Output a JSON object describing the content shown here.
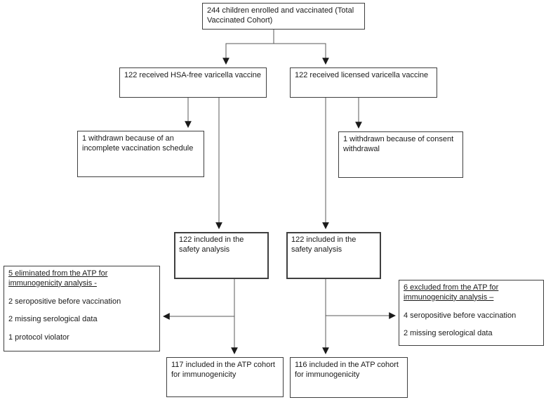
{
  "flowchart": {
    "total": "244 children enrolled and vaccinated (Total Vaccinated Cohort)",
    "left": {
      "vaccine": "122 received HSA-free varicella vaccine",
      "withdrawn": "1 withdrawn because of an incomplete vaccination schedule",
      "safety": "122 included in the safety analysis",
      "atp_exclusion": {
        "title": "5 eliminated from the ATP for immunogenicity analysis -",
        "items": [
          "2 seropositive before vaccination",
          "2 missing serological data",
          "1 protocol violator"
        ]
      },
      "atp": "117 included in the ATP cohort for immunogenicity"
    },
    "right": {
      "vaccine": "122 received licensed varicella vaccine",
      "withdrawn": "1 withdrawn because of consent withdrawal",
      "safety": "122 included in the safety analysis",
      "atp_exclusion": {
        "title": "6 excluded from the ATP for immunogenicity analysis –",
        "items": [
          "4 seropositive before vaccination",
          "2 missing serological data"
        ]
      },
      "atp": "116 included in the ATP cohort for immunogenicity"
    },
    "colors": {
      "box_border": "#3f3f3f",
      "line": "#595959",
      "arrowhead": "#1a1a1a",
      "text": "#1a1a1a",
      "background": "#ffffff"
    }
  }
}
